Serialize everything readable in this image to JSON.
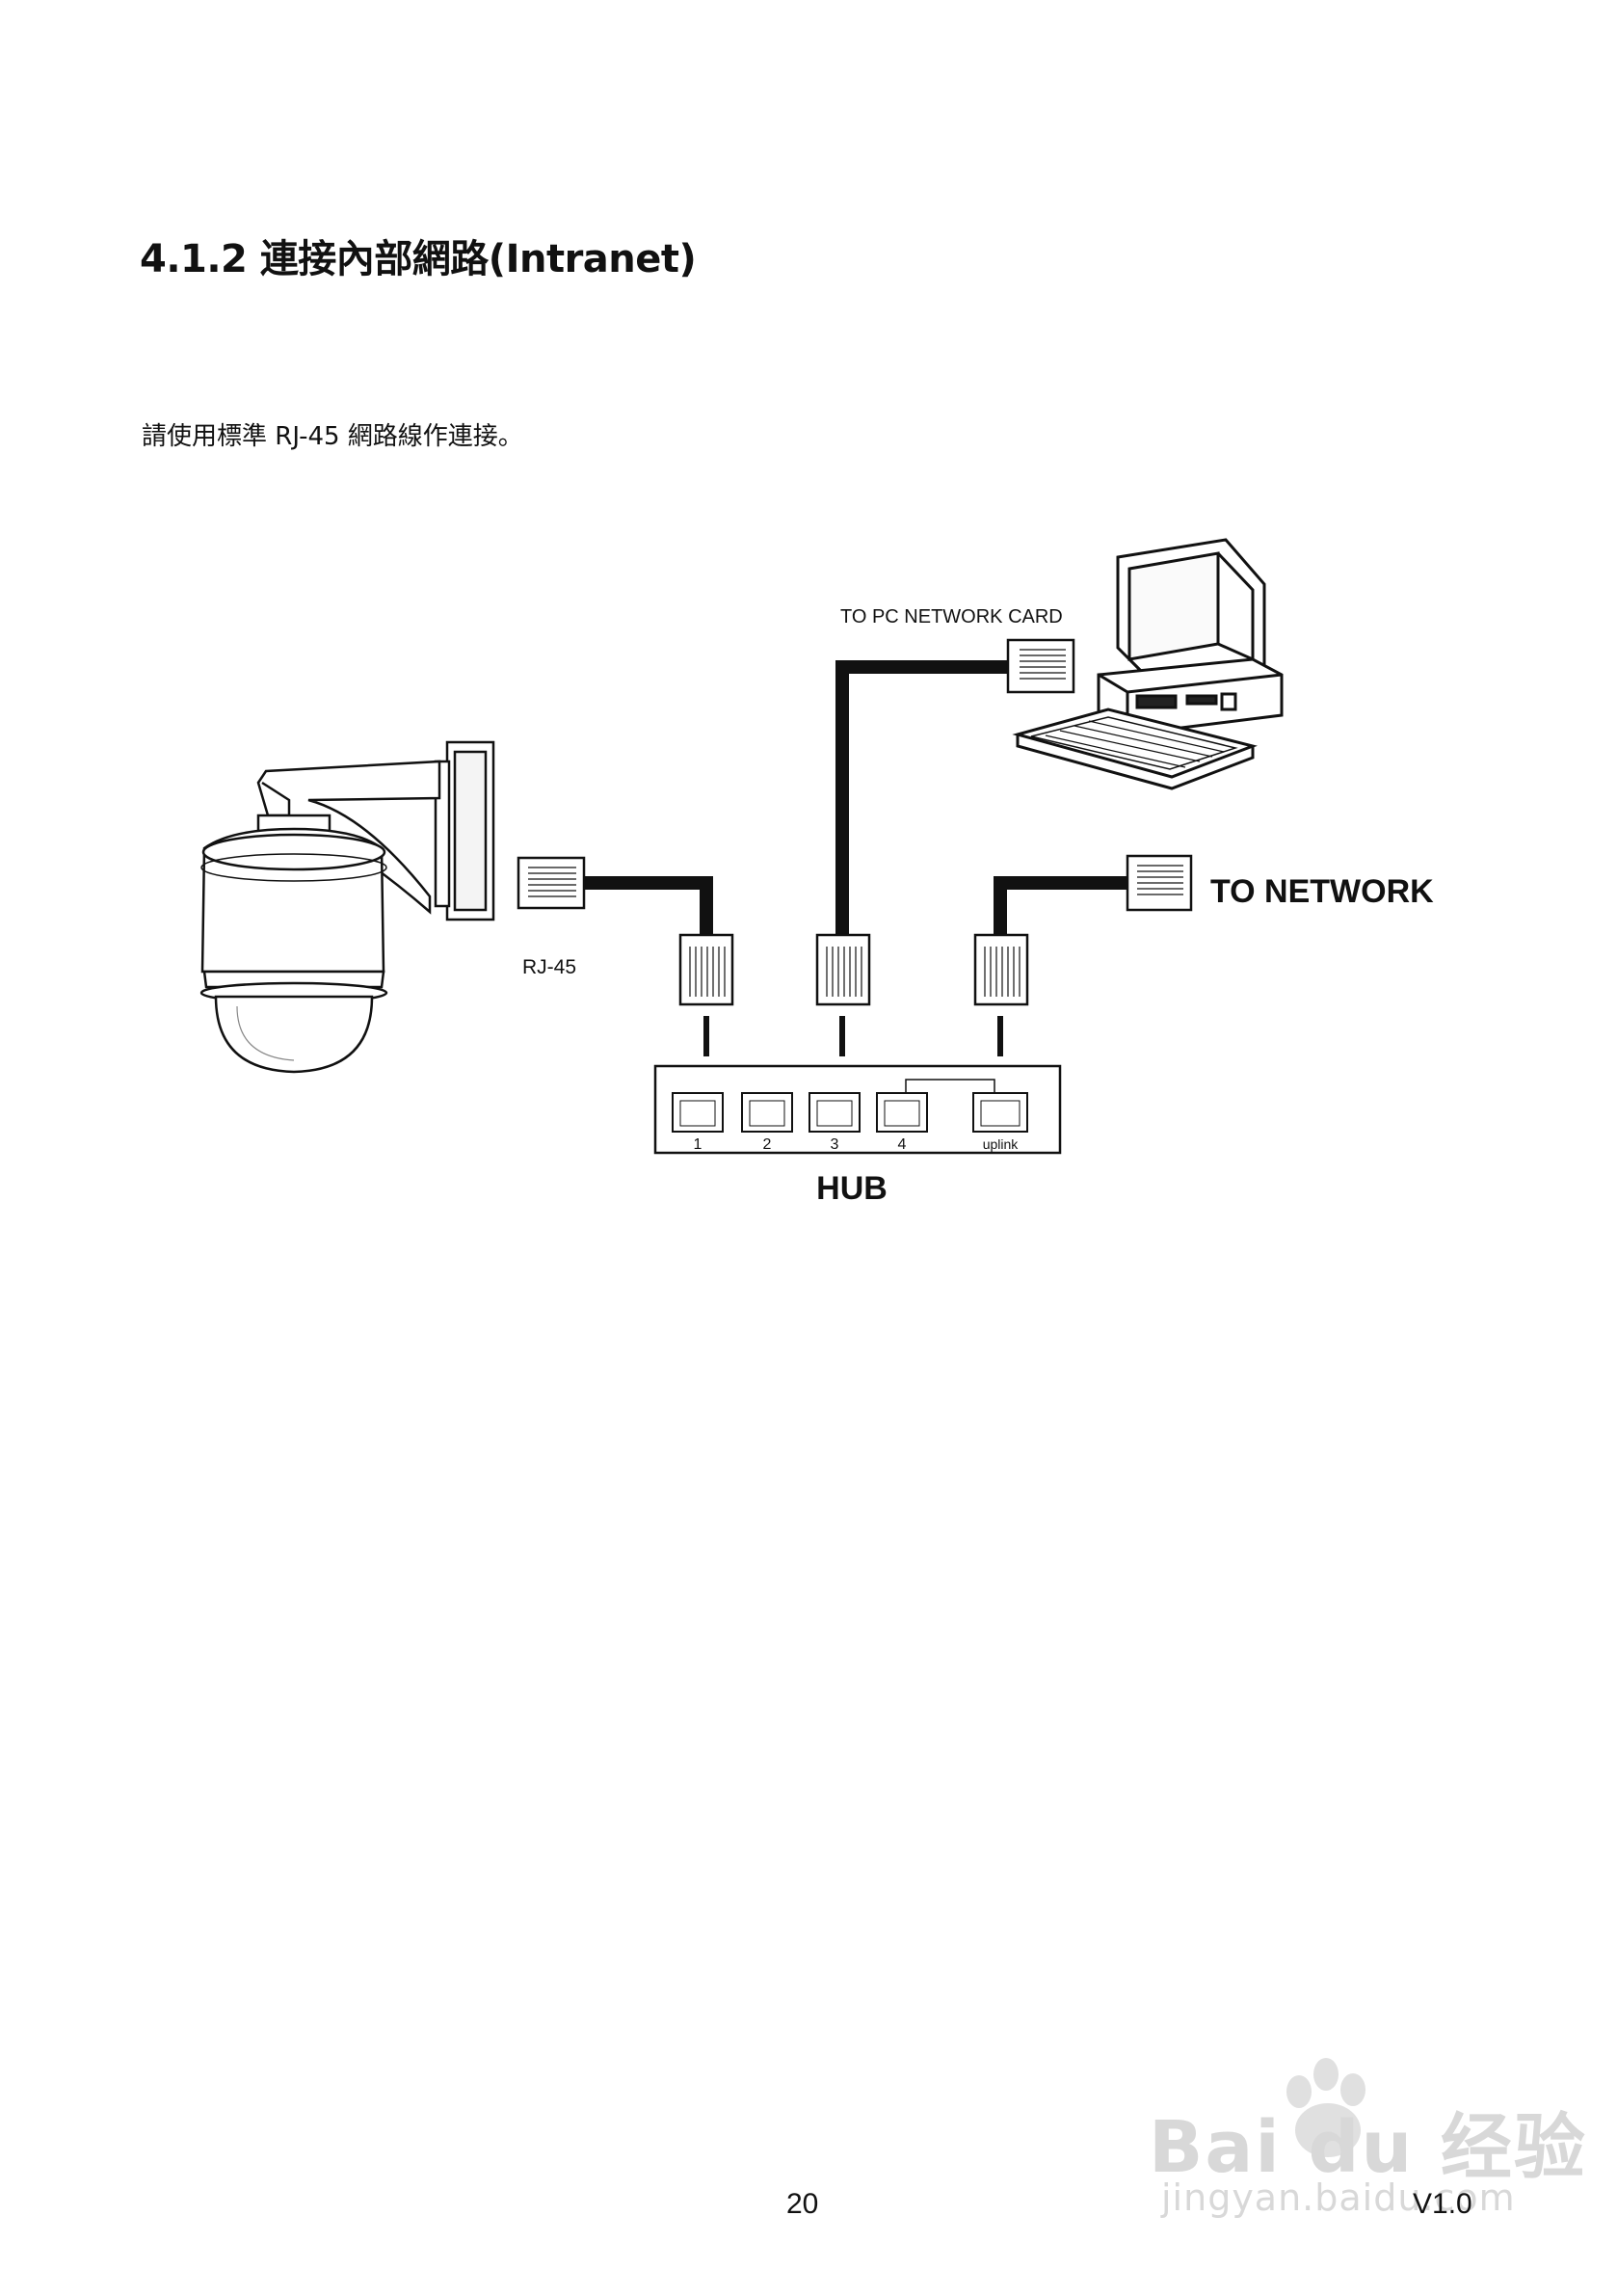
{
  "page": {
    "heading": "4.1.2 連接內部網路(Intranet)",
    "intro": "請使用標準 RJ-45 網路線作連接。",
    "page_number": "20",
    "version": "V1.0"
  },
  "diagram": {
    "labels": {
      "pc_card": "TO PC NETWORK CARD",
      "to_network": "TO NETWORK",
      "rj45": "RJ-45",
      "hub": "HUB"
    },
    "ports": [
      "1",
      "2",
      "3",
      "4",
      "uplink"
    ]
  },
  "watermark": {
    "brand": "Bai du 经验",
    "url": "jingyan.baidu.com"
  }
}
